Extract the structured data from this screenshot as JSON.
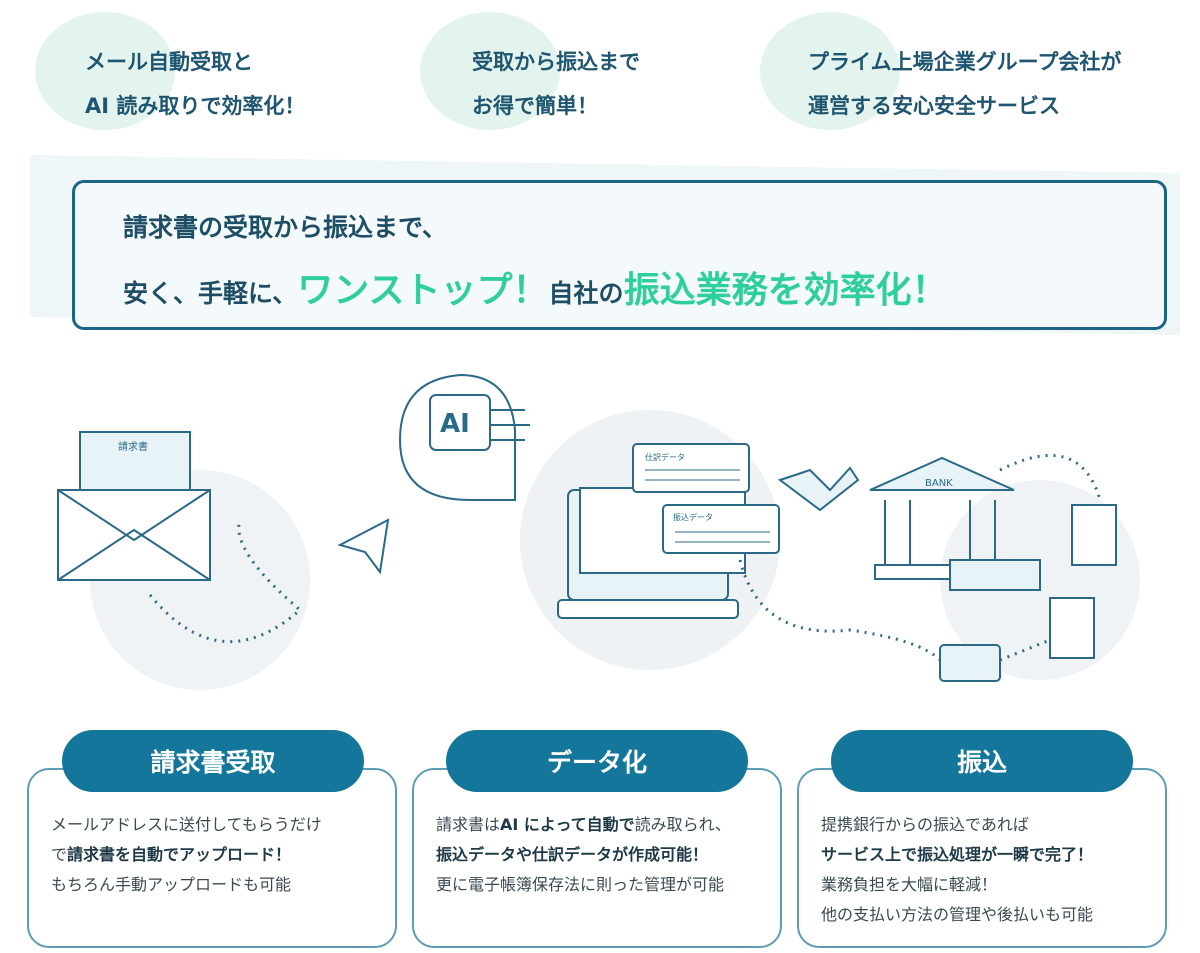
{
  "features": [
    {
      "line1": "メール自動受取と",
      "line2": "AI 読み取りで効率化！"
    },
    {
      "line1": "受取から振込まで",
      "line2": "お得で簡単！"
    },
    {
      "line1": "プライム上場企業グループ会社が",
      "line2": "運営する安心安全サービス"
    }
  ],
  "banner": {
    "line1": "請求書の受取から振込まで、",
    "pre": "安く、手軽に、",
    "hl1": "ワンストップ！",
    "mid": "自社の",
    "hl2": "振込業務を効率化！"
  },
  "illustration": {
    "invoice": "請求書",
    "ai": "AI",
    "journal": "仕訳データ",
    "transfer": "振込データ",
    "bank": "BANK"
  },
  "steps": [
    {
      "title": "請求書受取",
      "l1": "メールアドレスに送付してもらうだけ",
      "l2a": "で",
      "l2b": "請求書を自動でアップロード！",
      "l3": "もちろん手動アップロードも可能"
    },
    {
      "title": "データ化",
      "l1a": "請求書は",
      "l1b": "AI によって自動で",
      "l1c": "読み取られ、",
      "l2": "振込データや仕訳データが作成可能！",
      "l3": "更に電子帳簿保存法に則った管理が可能"
    },
    {
      "title": "振込",
      "l1": "提携銀行からの振込であれば",
      "l2": "サービス上で振込処理が一瞬で完了！",
      "l3": "業務負担を大幅に軽減！",
      "l4": "他の支払い方法の管理や後払いも可能"
    }
  ],
  "colors": {
    "accent": "#2fcf9c",
    "primary": "#15769c",
    "text": "#1e5570"
  }
}
